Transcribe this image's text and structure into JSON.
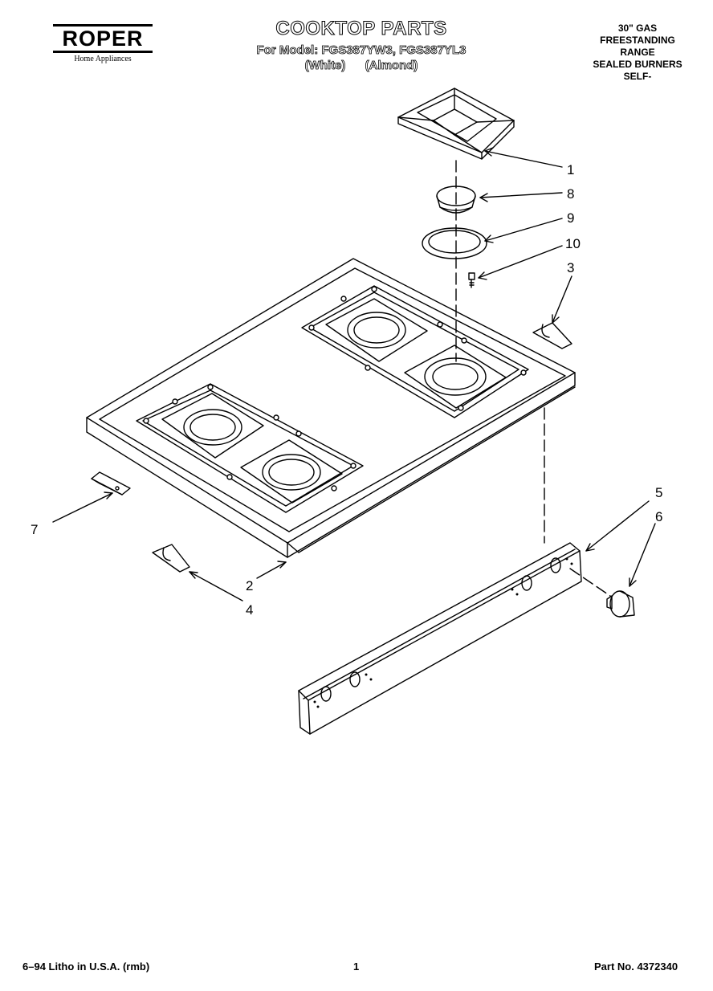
{
  "brand": {
    "name": "ROPER",
    "tagline": "Home Appliances"
  },
  "header": {
    "title": "COOKTOP PARTS",
    "model_line": "For Model: FGS387YW3, FGS387YL3",
    "color_line": "(White)   (Almond)"
  },
  "description": [
    "30\" GAS",
    "FREESTANDING",
    "RANGE",
    "SEALED BURNERS",
    "SELF-"
  ],
  "callouts": {
    "c1": "1",
    "c8": "8",
    "c9": "9",
    "c10": "10",
    "c3": "3",
    "c5": "5",
    "c6": "6",
    "c7": "7",
    "c2": "2",
    "c4": "4"
  },
  "footer": {
    "left": "6–94 Litho in U.S.A. (rmb)",
    "page": "1",
    "part_no": "Part No. 4372340"
  }
}
